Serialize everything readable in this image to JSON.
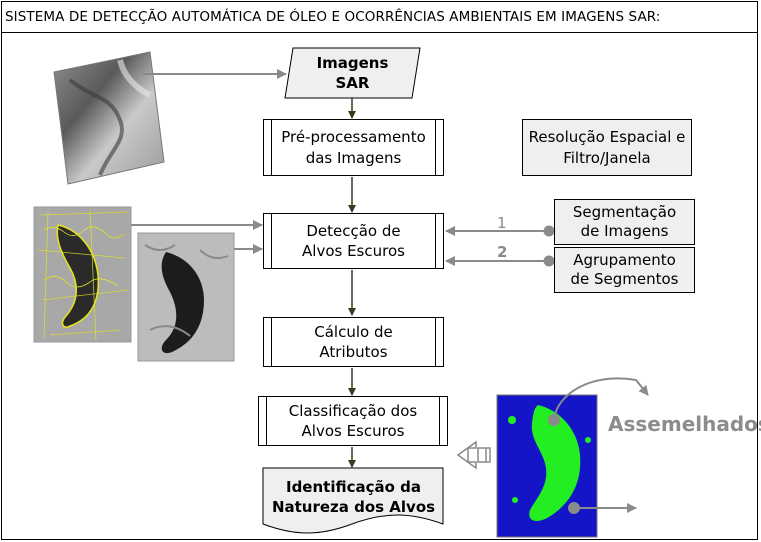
{
  "title": "SISTEMA DE DETECÇÃO AUTOMÁTICA DE ÓLEO E OCORRÊNCIAS AMBIENTAIS EM IMAGENS SAR:",
  "nodes": {
    "input": "Imagens\nSAR",
    "preprocess": "Pré-processamento\ndas Imagens",
    "resolution": "Resolução Espacial e\nFiltro/Janela",
    "detection": "Detecção de\nAlvos Escuros",
    "segmentation": "Segmentação\nde Imagens",
    "grouping": "Agrupamento\nde Segmentos",
    "attributes": "Cálculo de\nAtributos",
    "classification": "Classificação dos\nAlvos Escuros",
    "identification": "Identificação da\nNatureza dos Alvos"
  },
  "edge_labels": {
    "one": "1",
    "two": "2"
  },
  "result_label": "Assemelhados",
  "colors": {
    "arrow_dark": "#3b3b1b",
    "arrow_grey": "#8a8a8a",
    "ocean_blue": "#1515c8",
    "slick_green": "#22ee22",
    "segment_yellow": "#e6e61e"
  }
}
